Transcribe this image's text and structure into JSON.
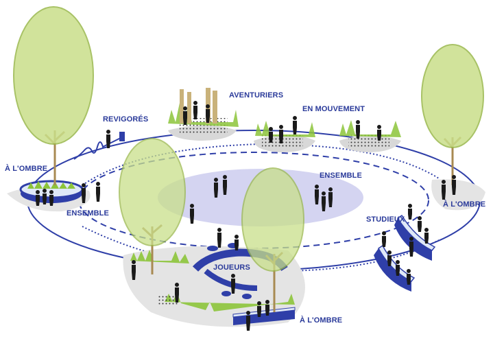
{
  "labels": {
    "aventuriers": "AVENTURIERS",
    "en_mouvement": "EN MOUVEMENT",
    "revigores": "REVIGORÉS",
    "a_lombre_left": "À L'OMBRE",
    "ensemble_left": "ENSEMBLE",
    "ensemble_center": "ENSEMBLE",
    "a_lombre_right": "À L'OMBRE",
    "studieux": "STUDIEUX",
    "joueurs": "JOUEURS",
    "a_lombre_bottom": "À L'OMBRE"
  },
  "colors": {
    "blue": "#2f3fa8",
    "tree_fill": "#c9df8a",
    "tree_outline": "#9ab84c",
    "grass": "#8cc43a",
    "ground": "#e4e4e4",
    "ellipse": "#c9c9ee",
    "person": "#1a1a1a"
  }
}
